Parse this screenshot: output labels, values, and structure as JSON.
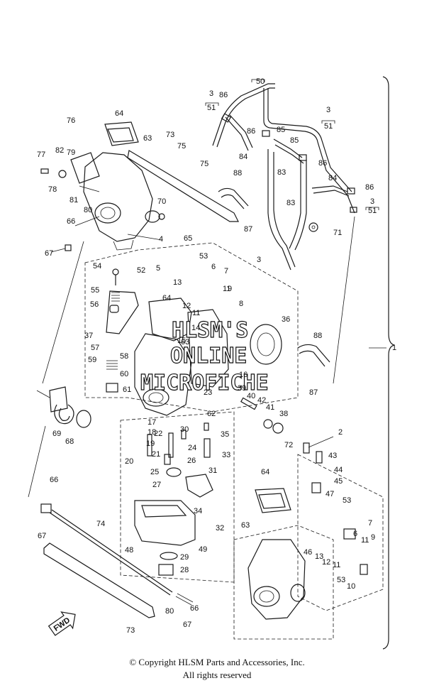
{
  "watermark": {
    "line1": "HLSM'S",
    "line2": "ONLINE",
    "line3": "MICROFICHE"
  },
  "footer": {
    "copyright": "© Copyright HLSM Parts and Accessories, Inc.",
    "rights": "All rights reserved"
  },
  "fwd_label": "FWD",
  "callouts": [
    "1",
    "2",
    "3",
    "4",
    "5",
    "6",
    "7",
    "8",
    "9",
    "10",
    "11",
    "12",
    "13",
    "14",
    "15",
    "16",
    "17",
    "18",
    "19",
    "20",
    "21",
    "22",
    "23",
    "24",
    "25",
    "26",
    "27",
    "28",
    "29",
    "30",
    "31",
    "32",
    "33",
    "34",
    "35",
    "36",
    "37",
    "38",
    "39",
    "40",
    "41",
    "42",
    "43",
    "44",
    "45",
    "46",
    "47",
    "48",
    "49",
    "50",
    "51",
    "52",
    "53",
    "54",
    "55",
    "56",
    "57",
    "58",
    "59",
    "60",
    "61",
    "62",
    "63",
    "64",
    "65",
    "66",
    "67",
    "68",
    "69",
    "70",
    "71",
    "72",
    "73",
    "74",
    "75",
    "76",
    "77",
    "78",
    "79",
    "80",
    "81",
    "82",
    "83",
    "84",
    "85",
    "86",
    "87",
    "88"
  ]
}
